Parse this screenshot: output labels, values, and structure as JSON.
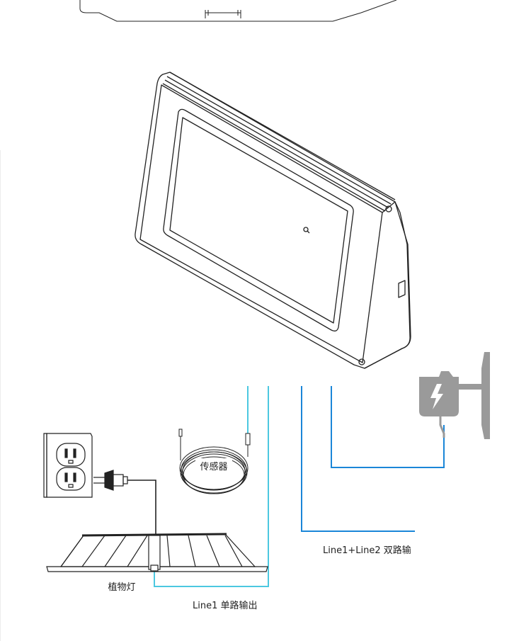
{
  "labels": {
    "sensor": "传感器",
    "plant_light": "植物灯",
    "line1_single": "Line1  单路输出",
    "line1_line2_dual": "Line1+Line2  双路输"
  },
  "colors": {
    "outline": "#222222",
    "cyan_wire": "#4cc8e0",
    "blue_wire": "#1a86d8",
    "adapter_gray": "#9a9a9a"
  },
  "icons": [
    "wall-outlet-icon",
    "power-plug-icon",
    "power-adapter-icon",
    "lightning-bolt-icon",
    "sensor-cable-coil-icon"
  ]
}
